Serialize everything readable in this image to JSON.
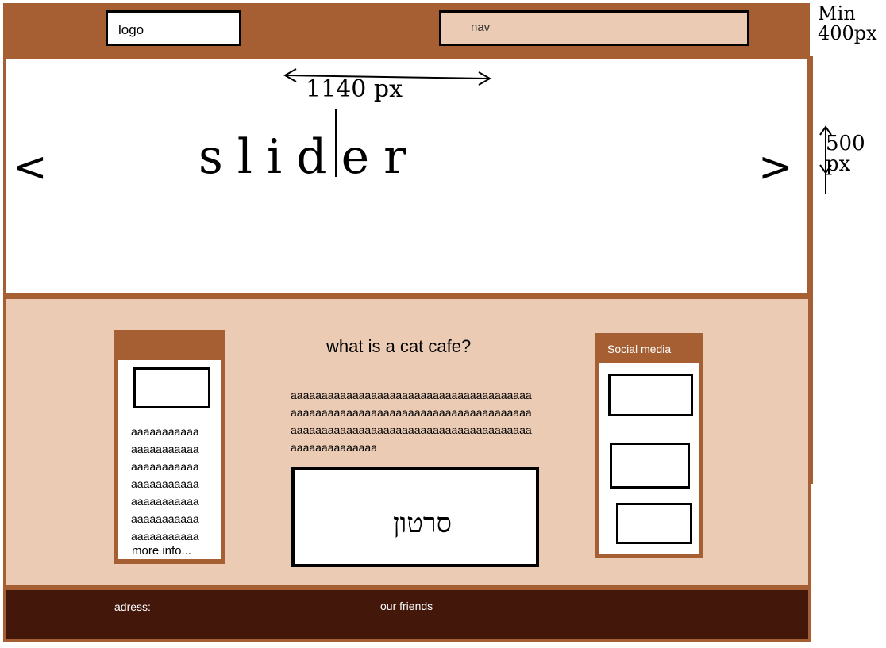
{
  "header": {
    "logo_label": "logo",
    "nav_label": "nav"
  },
  "annotations": {
    "min_height": "Min 400px",
    "slider_width": "1140 px",
    "slider_height": "500 px"
  },
  "slider": {
    "label": "slider",
    "prev_icon": "chevron-left-icon",
    "prev_glyph": "<",
    "next_icon": "chevron-right-icon",
    "next_glyph": ">"
  },
  "left_card": {
    "text": "aaaaaaaaaaa aaaaaaaaaaa aaaaaaaaaaa aaaaaaaaaaa aaaaaaaaaaa aaaaaaaaaaa aaaaaaaaaaa",
    "link_label": "more info..."
  },
  "center": {
    "title": "what is a cat cafe?",
    "text": "aaaaaaaaaaaaaaaaaaaaaaaaaaaaaaaaaaaaaaaaaaaaaaaaaaaaaaaaaaaaaaaaaaaaaaaaaaaaaaaaaaaaaaaaaaaaaaaaaaaaaaaaaaaaaaaaaaaaaaaaaaaaaaaaaaa",
    "video_label": "סרטון"
  },
  "right_card": {
    "title": "Social media"
  },
  "footer": {
    "address_label": "adress:",
    "friends_label": "our friends"
  },
  "colors": {
    "brown": "#a55f33",
    "beige": "#ebcbb4",
    "dark_brown": "#43180b"
  }
}
